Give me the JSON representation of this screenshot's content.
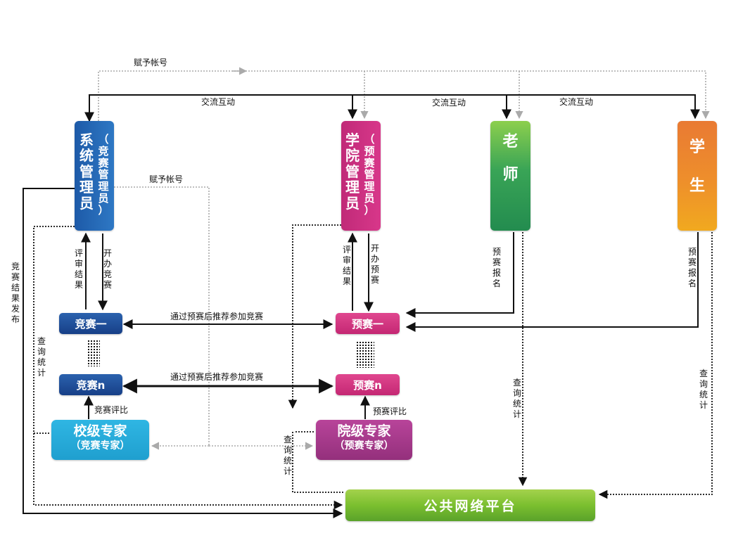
{
  "nodes": {
    "sys_admin": {
      "main": [
        "系",
        "统",
        "管",
        "理",
        "员"
      ],
      "sub": [
        "（",
        "竞",
        "赛",
        "管",
        "理",
        "员",
        "）"
      ]
    },
    "college_admin": {
      "main": [
        "学",
        "院",
        "管",
        "理",
        "员"
      ],
      "sub": [
        "（",
        "预",
        "赛",
        "管",
        "理",
        "员",
        "）"
      ]
    },
    "teacher": {
      "chars": [
        "老",
        "师"
      ]
    },
    "student": {
      "chars": [
        "学",
        "生"
      ]
    },
    "contest_1": "竞赛一",
    "contest_n": "竞赛n",
    "prelim_1": "预赛一",
    "prelim_n": "预赛n",
    "school_expert": {
      "line1": "校级专家",
      "line2": "（竞赛专家）"
    },
    "college_expert": {
      "line1": "院级专家",
      "line2": "（预赛专家）"
    },
    "platform": "公共网络平台"
  },
  "labels": {
    "grant_account_top": "赋予帐号",
    "grant_account_mid": "赋予帐号",
    "exchange_1": "交流互动",
    "exchange_2": "交流互动",
    "exchange_3": "交流互动",
    "review_result_left": [
      "评",
      "审",
      "结",
      "果"
    ],
    "open_contest": [
      "开",
      "办",
      "竞",
      "赛"
    ],
    "review_result_right": [
      "评",
      "审",
      "结",
      "果"
    ],
    "open_prelim": [
      "开",
      "办",
      "预",
      "赛"
    ],
    "prelim_signup_teacher": [
      "预",
      "赛",
      "报",
      "名"
    ],
    "prelim_signup_student": [
      "预",
      "赛",
      "报",
      "名"
    ],
    "result_publish": [
      "竞",
      "赛",
      "结",
      "果",
      "发",
      "布"
    ],
    "query_stats_left": [
      "查",
      "询",
      "统",
      "计"
    ],
    "query_stats_mid": [
      "查",
      "询",
      "统",
      "计"
    ],
    "query_stats_teacher": [
      "查",
      "询",
      "统",
      "计"
    ],
    "query_stats_student": [
      "查",
      "询",
      "统",
      "计"
    ],
    "recommend_1": "通过预赛后推荐参加竞赛",
    "recommend_n": "通过预赛后推荐参加竞赛",
    "contest_review": "竞赛评比",
    "prelim_review": "预赛评比"
  },
  "colors": {
    "blue": "#1f5aa6",
    "navy": "#1a4a96",
    "magenta": "#d0307e",
    "green": "#35a853",
    "orange": "#ec8a2c",
    "cyan": "#2ab0dc",
    "purple_pink": "#a8398c",
    "lime": "#7cc13a",
    "line": "#111111",
    "gray_line": "#a9a9a9"
  }
}
